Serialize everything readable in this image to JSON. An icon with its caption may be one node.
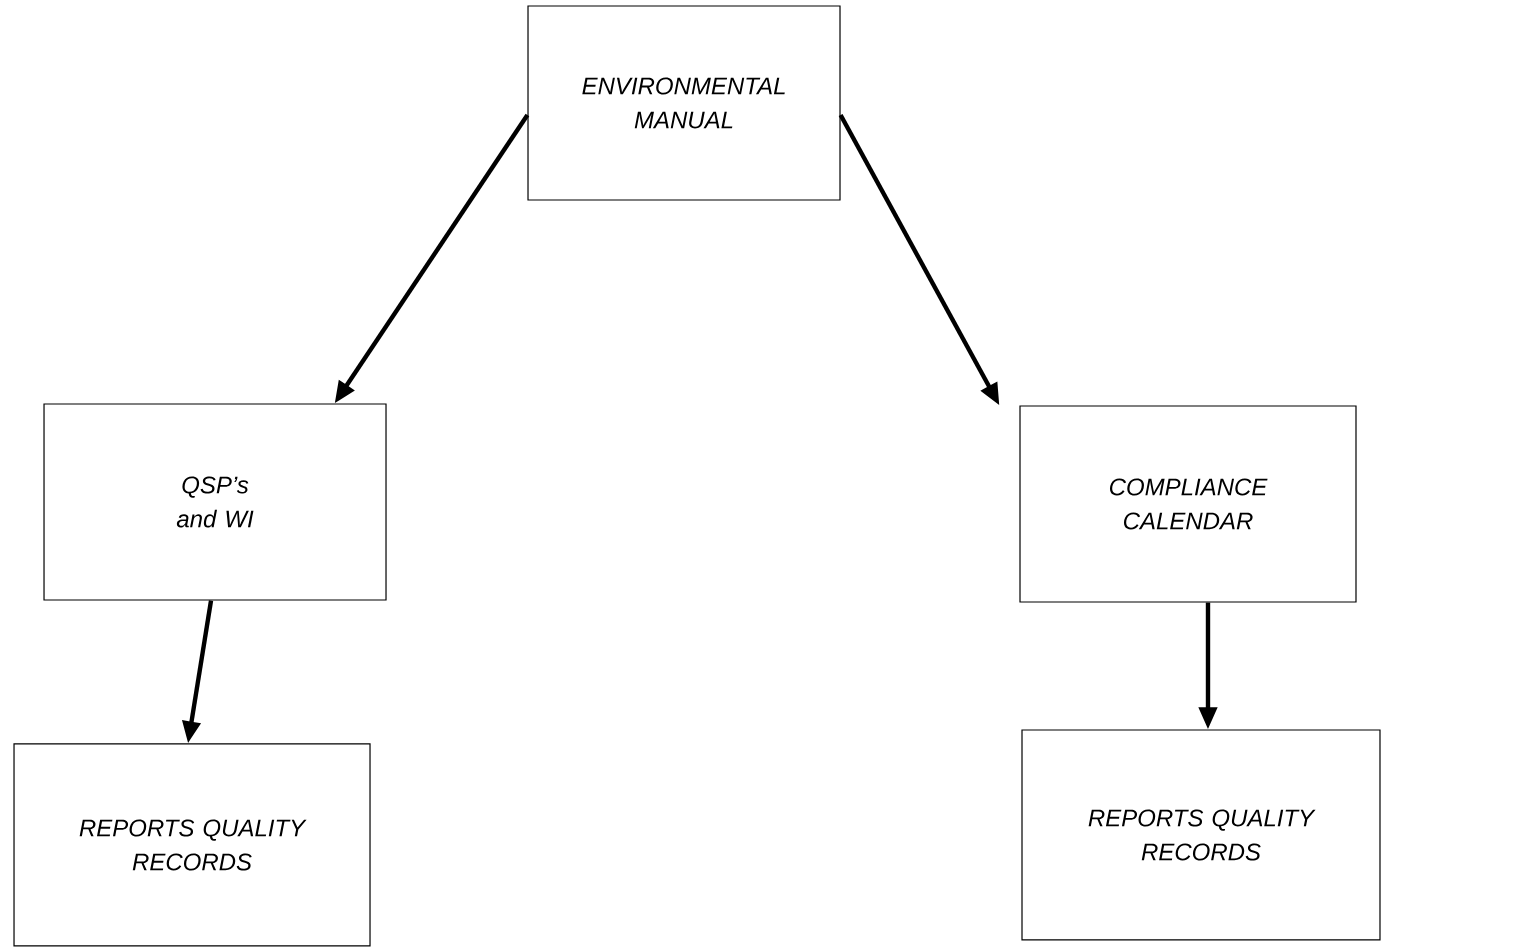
{
  "diagram": {
    "nodes": [
      {
        "text": [
          "ENVIRONMENTAL MANUAL"
        ]
      },
      {
        "text": [
          "QSP’s and WI"
        ]
      },
      {
        "text": [
          "COMPLIANCE CALENDAR"
        ]
      },
      {
        "text": [
          "REPORTS QUALITY RECORDS"
        ]
      },
      {
        "text": [
          "REPORTS QUALITY RECORDS"
        ]
      }
    ],
    "edges": [
      {
        "from": 0,
        "to": 1,
        "arrow": "to"
      },
      {
        "from": 0,
        "to": 2,
        "arrow": "to"
      },
      {
        "from": 1,
        "to": 3,
        "arrow": "to"
      },
      {
        "from": 2,
        "to": 4,
        "arrow": "to"
      }
    ]
  }
}
